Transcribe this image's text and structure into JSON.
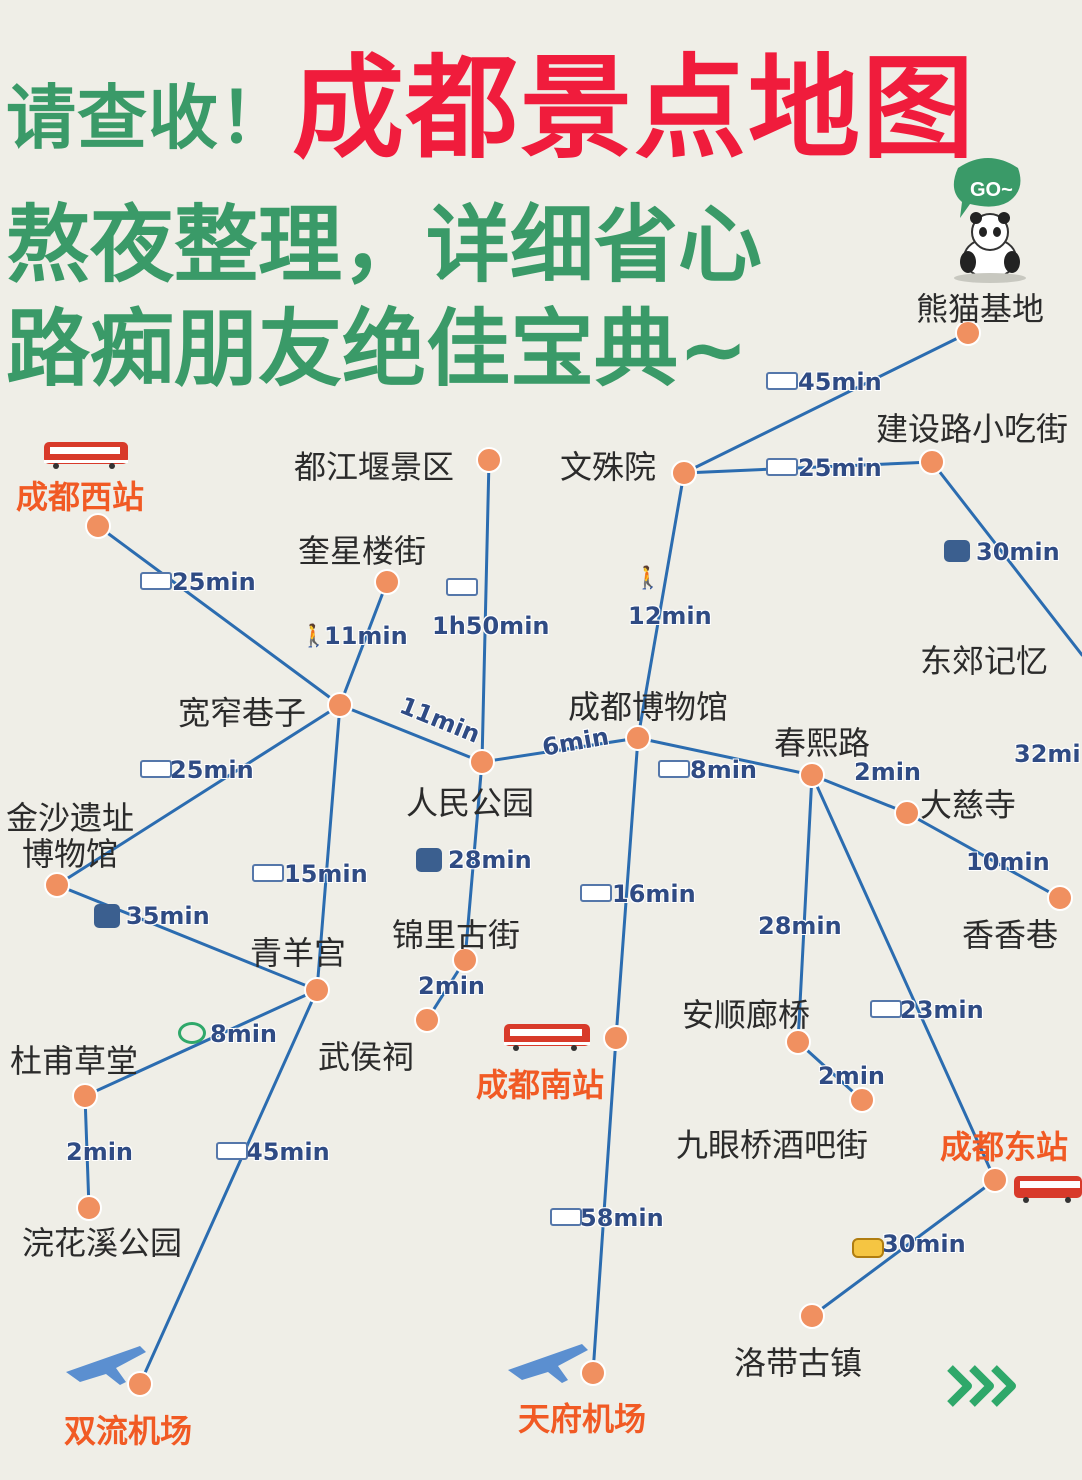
{
  "header": {
    "prefix": "请查收！",
    "title": "成都景点地图",
    "line2": "熬夜整理，详细省心",
    "line3": "路痴朋友绝佳宝典~",
    "badge": "GO~"
  },
  "labels": {
    "panda": "熊猫基地",
    "jianshe": "建设路小吃街",
    "wenshu": "文殊院",
    "dujiangyan": "都江堰景区",
    "kuixing": "奎星楼街",
    "west_station": "成都西站",
    "kuanzhai": "宽窄巷子",
    "dongjiao": "东郊记忆",
    "museum": "成都博物馆",
    "chunxi": "春熙路",
    "renmin": "人民公园",
    "dacisi": "大慈寺",
    "jinsha": "金沙遗址\n博物馆",
    "xiangxiang": "香香巷",
    "qingyang": "青羊宫",
    "jinli": "锦里古街",
    "anshun": "安顺廊桥",
    "dufu": "杜甫草堂",
    "wuhou": "武侯祠",
    "south_station": "成都南站",
    "jiuyan": "九眼桥酒吧街",
    "east_station": "成都东站",
    "huanhuaxi": "浣花溪公园",
    "luodai": "洛带古镇",
    "shuangliu": "双流机场",
    "tianfu": "天府机场"
  },
  "durations": {
    "panda_wenshu": "45min",
    "wenshu_jianshe": "25min",
    "jianshe_dongjiao": "30min",
    "west_kuanzhai": "25min",
    "dujiangyan": "1h50min",
    "wenshu_museum": "12min",
    "kuixing_kuanzhai": "11min",
    "kuanzhai_renmin": "11min",
    "renmin_museum": "6min",
    "dongjiao_xiangxiang": "32mi",
    "kuanzhai_jinsha": "25min",
    "museum_chunxi": "8min",
    "chunxi_dacisi": "2min",
    "renmin_jinli": "28min",
    "dacisi_xiangxiang": "10min",
    "kuanzhai_qingyang": "15min",
    "museum_south": "16min",
    "chunxi_anshun": "28min",
    "jinsha_qingyang": "35min",
    "jinli_wuhou": "2min",
    "chunxi_east": "23min",
    "qingyang_dufu": "8min",
    "anshun_jiuyan": "2min",
    "dufu_huanhuaxi": "2min",
    "qingyang_shuangliu": "45min",
    "south_tianfu": "58min",
    "east_luodai": "30min"
  },
  "colors": {
    "route": "#2b6cb0",
    "node": "#f09060",
    "title_red": "#f01c3c",
    "title_green": "#3a9a68",
    "station": "#f15a24",
    "duration": "#2f4b84"
  },
  "icons": [
    "train-icon",
    "bus-icon",
    "walk-icon",
    "bike-icon",
    "taxi-icon",
    "plane-icon",
    "panda-icon",
    "chevron-arrows-icon"
  ]
}
